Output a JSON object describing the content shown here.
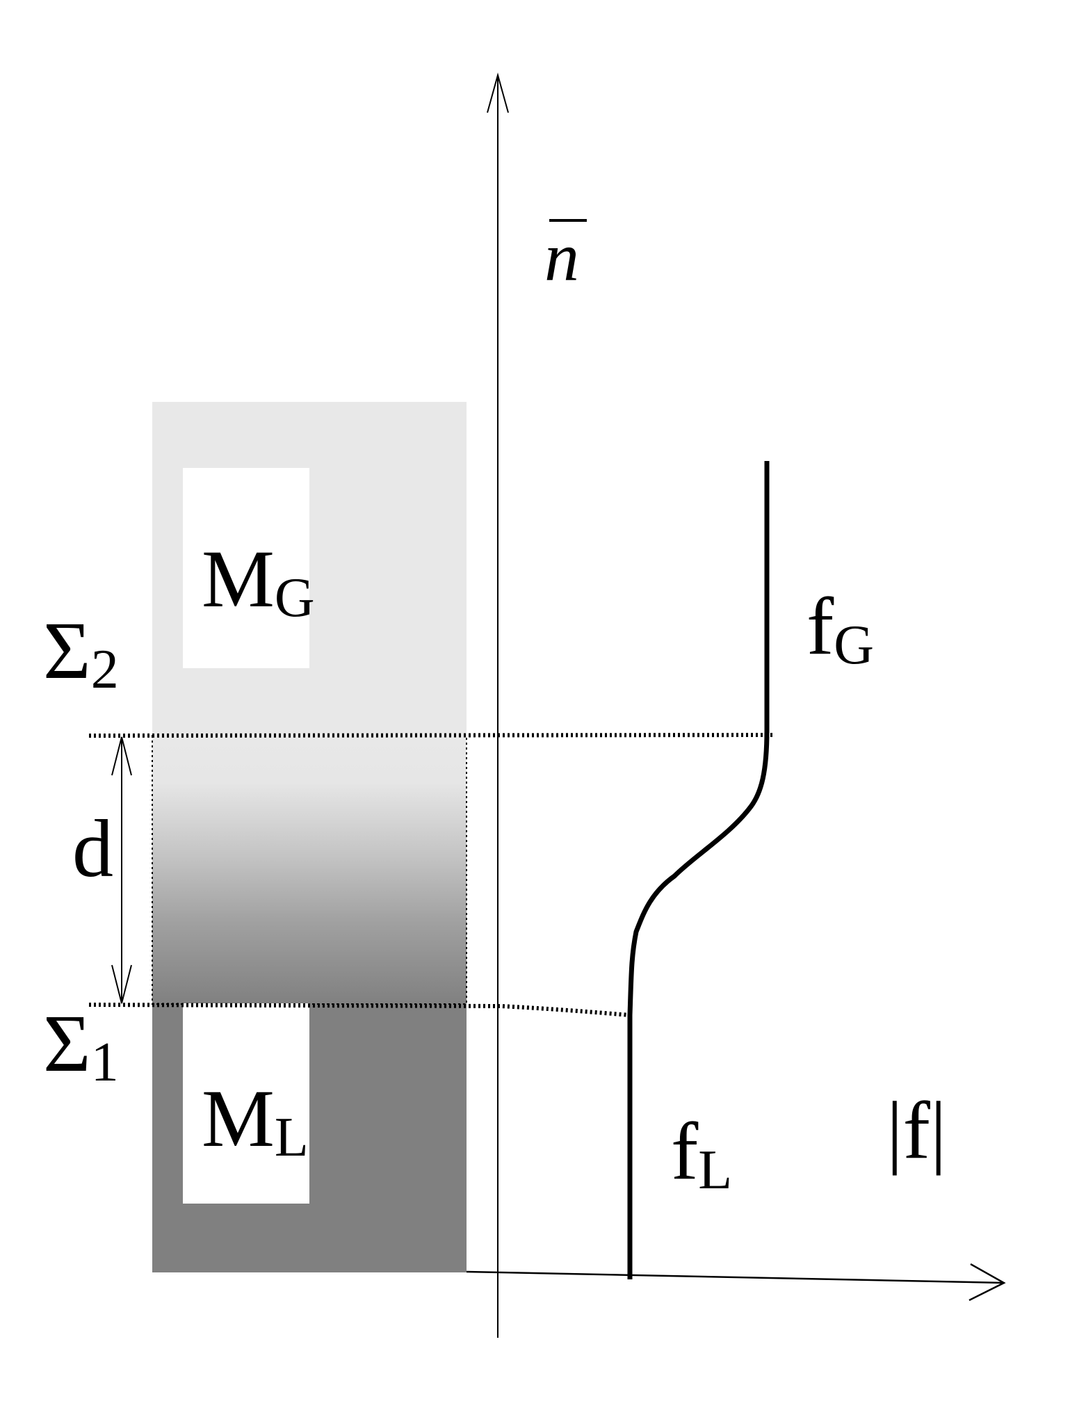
{
  "diagram": {
    "axis_vertical_label": "n",
    "axis_horizontal_label": "|f|",
    "interface_upper_label": {
      "main": "Σ",
      "sub": "2"
    },
    "interface_lower_label": {
      "main": "Σ",
      "sub": "1"
    },
    "thickness_label": "d",
    "region_gas_label": {
      "main": "M",
      "sub": "G"
    },
    "region_liquid_label": {
      "main": "M",
      "sub": "L"
    },
    "curve_gas_label": {
      "main": "f",
      "sub": "G"
    },
    "curve_liquid_label": {
      "main": "f",
      "sub": "L"
    }
  },
  "colors": {
    "gas_region": "#e8e8e8",
    "liquid_region": "#808080",
    "line": "#000000",
    "label_box": "#ffffff"
  }
}
